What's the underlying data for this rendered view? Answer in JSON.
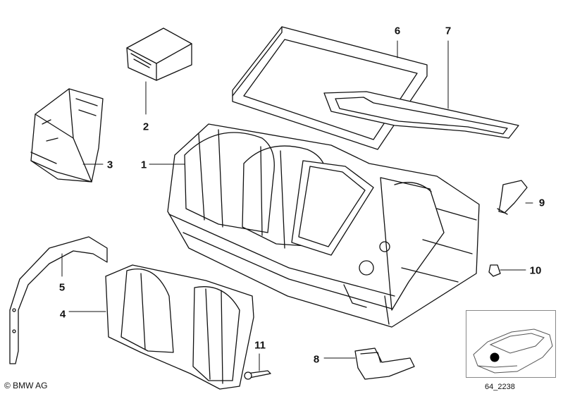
{
  "callouts": [
    {
      "id": "1",
      "label": "1"
    },
    {
      "id": "2",
      "label": "2"
    },
    {
      "id": "3",
      "label": "3"
    },
    {
      "id": "4",
      "label": "4"
    },
    {
      "id": "5",
      "label": "5"
    },
    {
      "id": "6",
      "label": "6"
    },
    {
      "id": "7",
      "label": "7"
    },
    {
      "id": "8",
      "label": "8"
    },
    {
      "id": "9",
      "label": "9"
    },
    {
      "id": "10",
      "label": "10"
    },
    {
      "id": "11",
      "label": "11"
    }
  ],
  "copyright": "© BMW AG",
  "diagram_ref": "64_2238",
  "colors": {
    "ink": "#111111",
    "frame": "#888888",
    "marker": "#000000"
  }
}
